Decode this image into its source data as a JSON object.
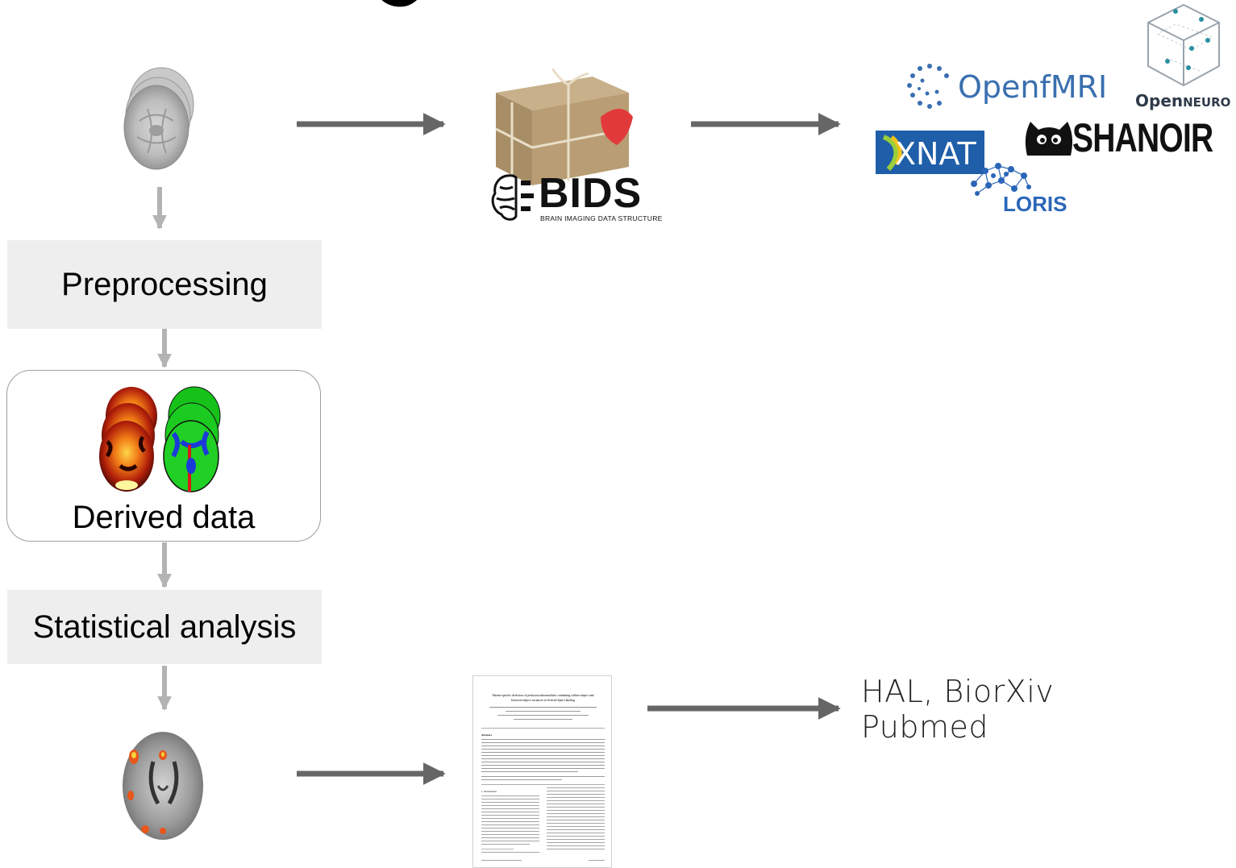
{
  "nodes": {
    "preprocessing": "Preprocessing",
    "derived_data": "Derived data",
    "statistical_analysis": "Statistical analysis",
    "repositories": [
      "HAL, BiorXiv",
      "Pubmed"
    ]
  },
  "bids_logo": {
    "wordmark": "BIDS",
    "subtitle": "BRAIN IMAGING DATA STRUCTURE"
  },
  "data_platform_logos": {
    "openfmri": "OpenfMRI",
    "openneuro": {
      "open": "Open",
      "neuro": "NEURO"
    },
    "shanoir": "SHANOIR",
    "xnat": "XNAT",
    "loris": "LORIS"
  },
  "paper_thumbnail": {
    "title_line1": "Patient-specific detection of perfusion abnormalities combining within-subject and",
    "title_line2": "between-subject variances in Arterial Spin Labeling",
    "abstract_heading": "Abstract",
    "intro_heading": "1. Introduction"
  },
  "colors": {
    "arrow_dark": "#666666",
    "arrow_light": "#b3b3b3",
    "box_fill": "#eeeeee",
    "openfmri": "#3a6fb0",
    "xnat_bg": "#1f5ea8",
    "loris": "#2b66b8",
    "openneuro": "#2f3b49"
  }
}
